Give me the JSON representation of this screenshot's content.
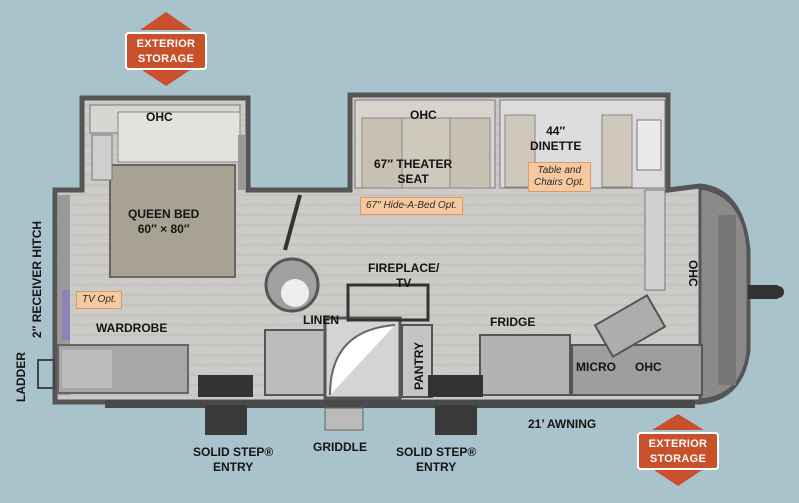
{
  "labels": {
    "ohc_bedroom": "OHC",
    "ohc_living": "OHC",
    "ohc_front": "OHC",
    "ohc_kitchen": "OHC",
    "dinette": "44″\nDINETTE",
    "theater": "67″ THEATER\nSEAT",
    "queen_bed": "QUEEN BED\n60″ × 80″",
    "fireplace": "FIREPLACE/\nTV",
    "linen": "LINEN",
    "fridge": "FRIDGE",
    "wardrobe": "WARDROBE",
    "pantry": "PANTRY",
    "micro": "MICRO",
    "awning": "21’ AWNING",
    "griddle": "GRIDDLE",
    "entry_left": "SOLID STEP®\nENTRY",
    "entry_right": "SOLID STEP®\nENTRY",
    "receiver_hitch": "2″ RECEIVER HITCH",
    "ladder": "LADDER"
  },
  "options": {
    "tv": "TV Opt.",
    "hide_a_bed": "67″ Hide-A-Bed Opt.",
    "table_chairs": "Table and\nChairs Opt."
  },
  "badges": {
    "storage_top": "EXTERIOR\nSTORAGE",
    "storage_bottom": "EXTERIOR\nSTORAGE"
  },
  "colors": {
    "background": "#a9c3cc",
    "floor": "#cbcac6",
    "wall": "#5b5b5b",
    "badge": "#c8502a",
    "option": "#f6c9a0"
  }
}
